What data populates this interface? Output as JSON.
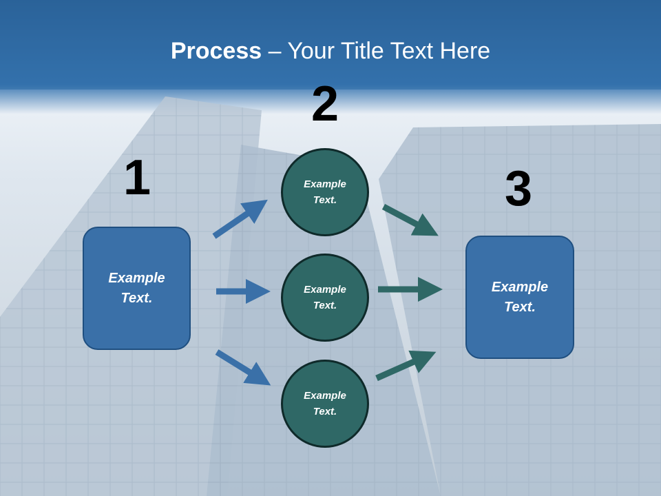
{
  "title": {
    "bold": "Process",
    "rest": " – Your Title Text Here"
  },
  "numbers": [
    "1",
    "2",
    "3"
  ],
  "boxes": {
    "left": {
      "line1": "Example",
      "line2": "Text."
    },
    "right": {
      "line1": "Example",
      "line2": "Text."
    }
  },
  "circles": [
    {
      "line1": "Example",
      "line2": "Text."
    },
    {
      "line1": "Example",
      "line2": "Text."
    },
    {
      "line1": "Example",
      "line2": "Text."
    }
  ],
  "colors": {
    "box_fill": "#3a70a8",
    "circle_fill": "#2f6866",
    "blue_arrow": "#3a70a8",
    "teal_arrow": "#2f6866",
    "title_band": "#2a6aa6"
  },
  "icons": {
    "arrow": "arrow-right-icon"
  }
}
